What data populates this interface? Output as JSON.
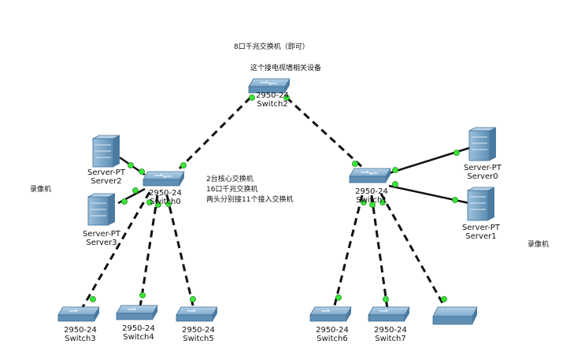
{
  "annotations": {
    "top_title": "8口千兆交换机（即可）",
    "top_subtitle": "这个接电视墙相关设备",
    "core_note_line1": "2台核心交换机",
    "core_note_line2": "16口千兆交换机",
    "core_note_line3": "两头分别接11个接入交换机",
    "left_camera": "录像机",
    "right_camera": "录像机"
  },
  "nodes": {
    "switch2": {
      "model": "2950-24",
      "name": "Switch2"
    },
    "switch0": {
      "model": "2950-24",
      "name": "Switch0"
    },
    "switch1": {
      "model": "2950-24",
      "name": "Switch1"
    },
    "switch3": {
      "model": "2950-24",
      "name": "Switch3"
    },
    "switch4": {
      "model": "2950-24",
      "name": "Switch4"
    },
    "switch5": {
      "model": "2950-24",
      "name": "Switch5"
    },
    "switch6": {
      "model": "2950-24",
      "name": "Switch6"
    },
    "switch7": {
      "model": "2950-24",
      "name": "Switch7"
    },
    "server2": {
      "model": "Server-PT",
      "name": "Server2"
    },
    "server3": {
      "model": "Server-PT",
      "name": "Server3"
    },
    "server0": {
      "model": "Server-PT",
      "name": "Server0"
    },
    "server1": {
      "model": "Server-PT",
      "name": "Server1"
    }
  },
  "colors": {
    "link": "#111111",
    "port_led": "#39e639",
    "switch_top": "#8fb8d8",
    "switch_side": "#5f8fb5",
    "server_face": "#7fa9c9"
  }
}
